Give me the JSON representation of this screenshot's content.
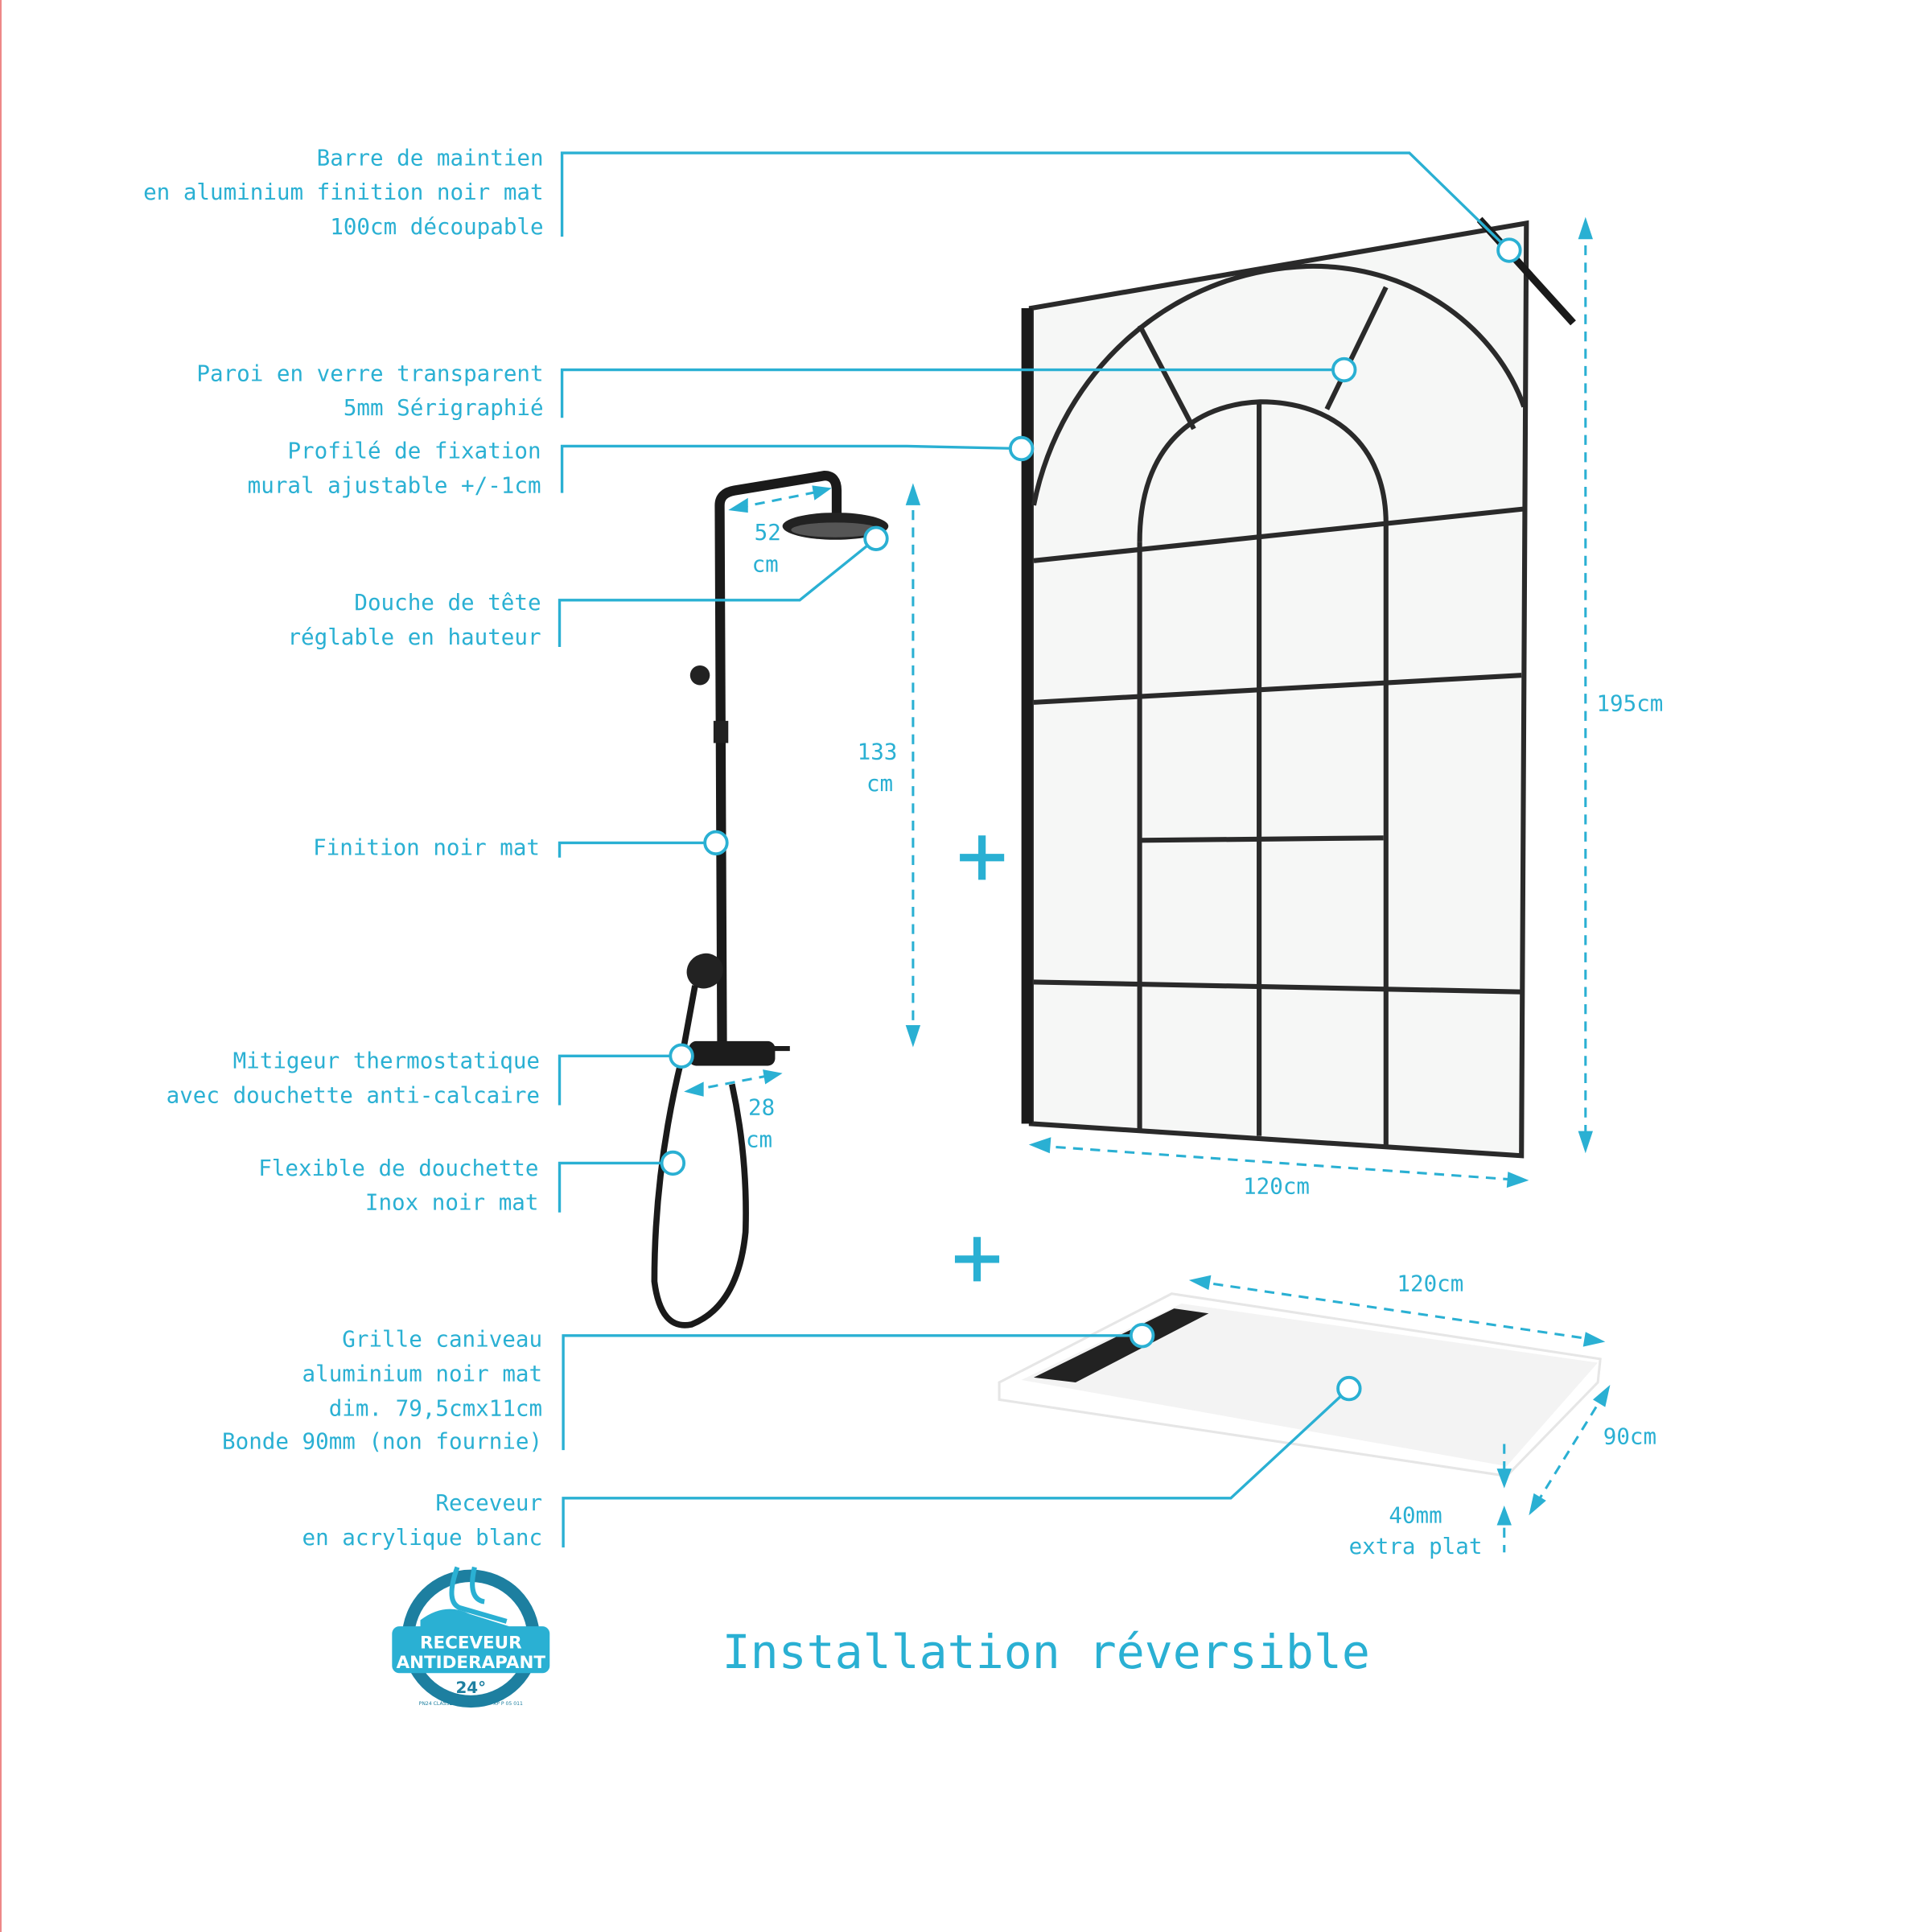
{
  "callouts": {
    "barre": [
      "Barre de maintien",
      "en aluminium finition noir mat",
      "100cm découpable"
    ],
    "paroi": [
      "Paroi en verre transparent",
      "5mm Sérigraphié"
    ],
    "profile": [
      "Profilé de fixation",
      "mural ajustable +/-1cm"
    ],
    "douche": [
      "Douche de tête",
      "réglable en hauteur"
    ],
    "finition": [
      "Finition noir mat"
    ],
    "mitigeur": [
      "Mitigeur thermostatique",
      "avec douchette anti-calcaire"
    ],
    "flexible": [
      "Flexible de douchette",
      "Inox noir mat"
    ],
    "grille": [
      "Grille caniveau",
      "aluminium noir mat",
      "dim. 79,5cmx11cm",
      "Bonde 90mm (non fournie)"
    ],
    "receveur": [
      "Receveur",
      "en acrylique blanc"
    ]
  },
  "dimensions": {
    "head_width": [
      "52",
      "cm"
    ],
    "column_height": [
      "133",
      "cm"
    ],
    "mixer_width": [
      "28",
      "cm"
    ],
    "panel_height": "195cm",
    "panel_width": "120cm",
    "tray_length": "120cm",
    "tray_depth": "90cm",
    "tray_thickness": [
      "40mm",
      "extra plat"
    ]
  },
  "badge": {
    "line1": "RECEVEUR",
    "line2": "ANTIDERAPANT",
    "angle": "24°",
    "norm": "PN24 CLASSE C - DIN 51097 - XP P 05 011"
  },
  "title": "Installation réversible",
  "colors": {
    "accent": "#2ab0d3",
    "frame": "#2a2a2a"
  }
}
